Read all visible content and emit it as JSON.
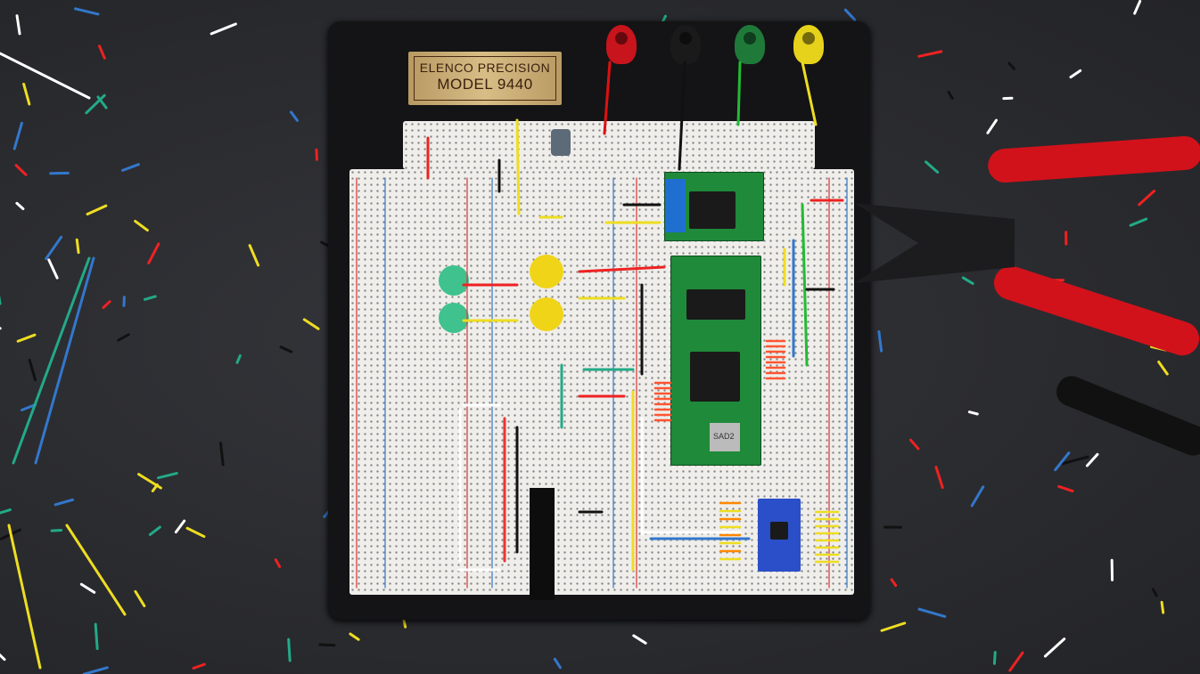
{
  "scene": {
    "nameplate": {
      "line1": "ELENCO PRECISION",
      "line2": "MODEL 9440"
    },
    "binding_posts": [
      {
        "color": "#c8141c"
      },
      {
        "color": "#1a1a1a"
      },
      {
        "color": "#1f7a3a"
      },
      {
        "color": "#e6d21a"
      }
    ],
    "module_label": "SAD2",
    "colors": {
      "background": "#2a2b2e",
      "board": "#141416",
      "breadboard": "#efeeea",
      "pcb": "#1f8a3a",
      "tool_handle": "#d1121b"
    }
  }
}
